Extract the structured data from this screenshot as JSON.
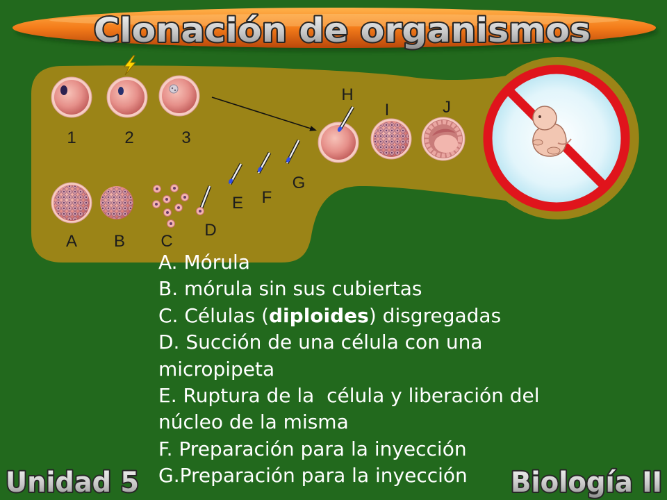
{
  "slide": {
    "title": "Clonación de organismos",
    "footer_left": "Unidad 5",
    "footer_right": "Biología II"
  },
  "diagram": {
    "labels": {
      "step_1": "1",
      "step_2": "2",
      "step_3": "3",
      "h": "H",
      "i": "I",
      "j": "J",
      "a": "A",
      "b": "B",
      "c": "C",
      "d": "D",
      "e": "E",
      "f": "F",
      "g": "G"
    }
  },
  "legend": [
    "A. Mórula",
    "B. mórula sin sus cubiertas",
    {
      "prefix": "C. Células (",
      "bold": "diploides",
      "suffix": ") disgregadas"
    },
    "D. Succión de una célula con una",
    "micropipeta",
    "E. Ruptura de la  célula y liberación del",
    "núcleo de la misma",
    "F. Preparación para la inyección",
    "G.Preparación para la inyección"
  ],
  "icons": {
    "energy_shock": "lightning-bolt-icon",
    "transfer": "arrow-icon",
    "forbidden": "prohibition-sign-icon"
  },
  "colors": {
    "background": "#22691d",
    "diagram_panel": "#9b8417",
    "title_banner": "#f47c1a",
    "prohibition_red": "#e0141c",
    "legend_text": "#ffffff"
  }
}
